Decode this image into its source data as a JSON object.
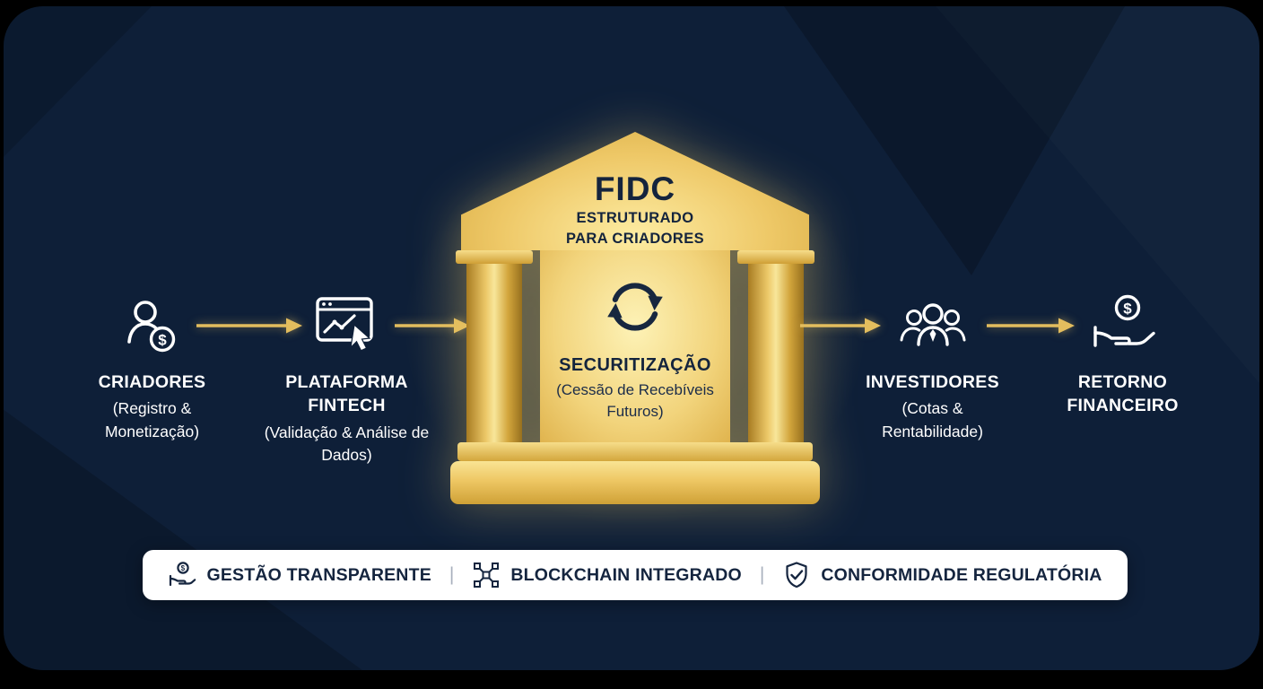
{
  "building": {
    "title": "FIDC",
    "subtitle_line1": "ESTRUTURADO",
    "subtitle_line2": "PARA CRIADORES",
    "label": "SECURITIZAÇÃO",
    "sublabel": "(Cessão de Recebíveis Futuros)"
  },
  "steps": [
    {
      "title": "CRIADORES",
      "subtitle": "(Registro & Monetização)"
    },
    {
      "title": "PLATAFORMA FINTECH",
      "subtitle": "(Validação & Análise de Dados)"
    },
    {
      "title": "INVESTIDORES",
      "subtitle": "(Cotas & Rentabilidade)"
    },
    {
      "title": "RETORNO FINANCEIRO",
      "subtitle": ""
    }
  ],
  "coin_symbol": "$",
  "footer": {
    "separator": "|",
    "items": [
      {
        "label": "GESTÃO TRANSPARENTE"
      },
      {
        "label": "BLOCKCHAIN INTEGRADO"
      },
      {
        "label": "CONFORMIDADE REGULATÓRIA"
      }
    ]
  },
  "colors": {
    "background": "#000000",
    "panel": "#0e1f38",
    "gold": "#e9c25f",
    "text_light": "#ffffff",
    "text_dark": "#14243d"
  }
}
